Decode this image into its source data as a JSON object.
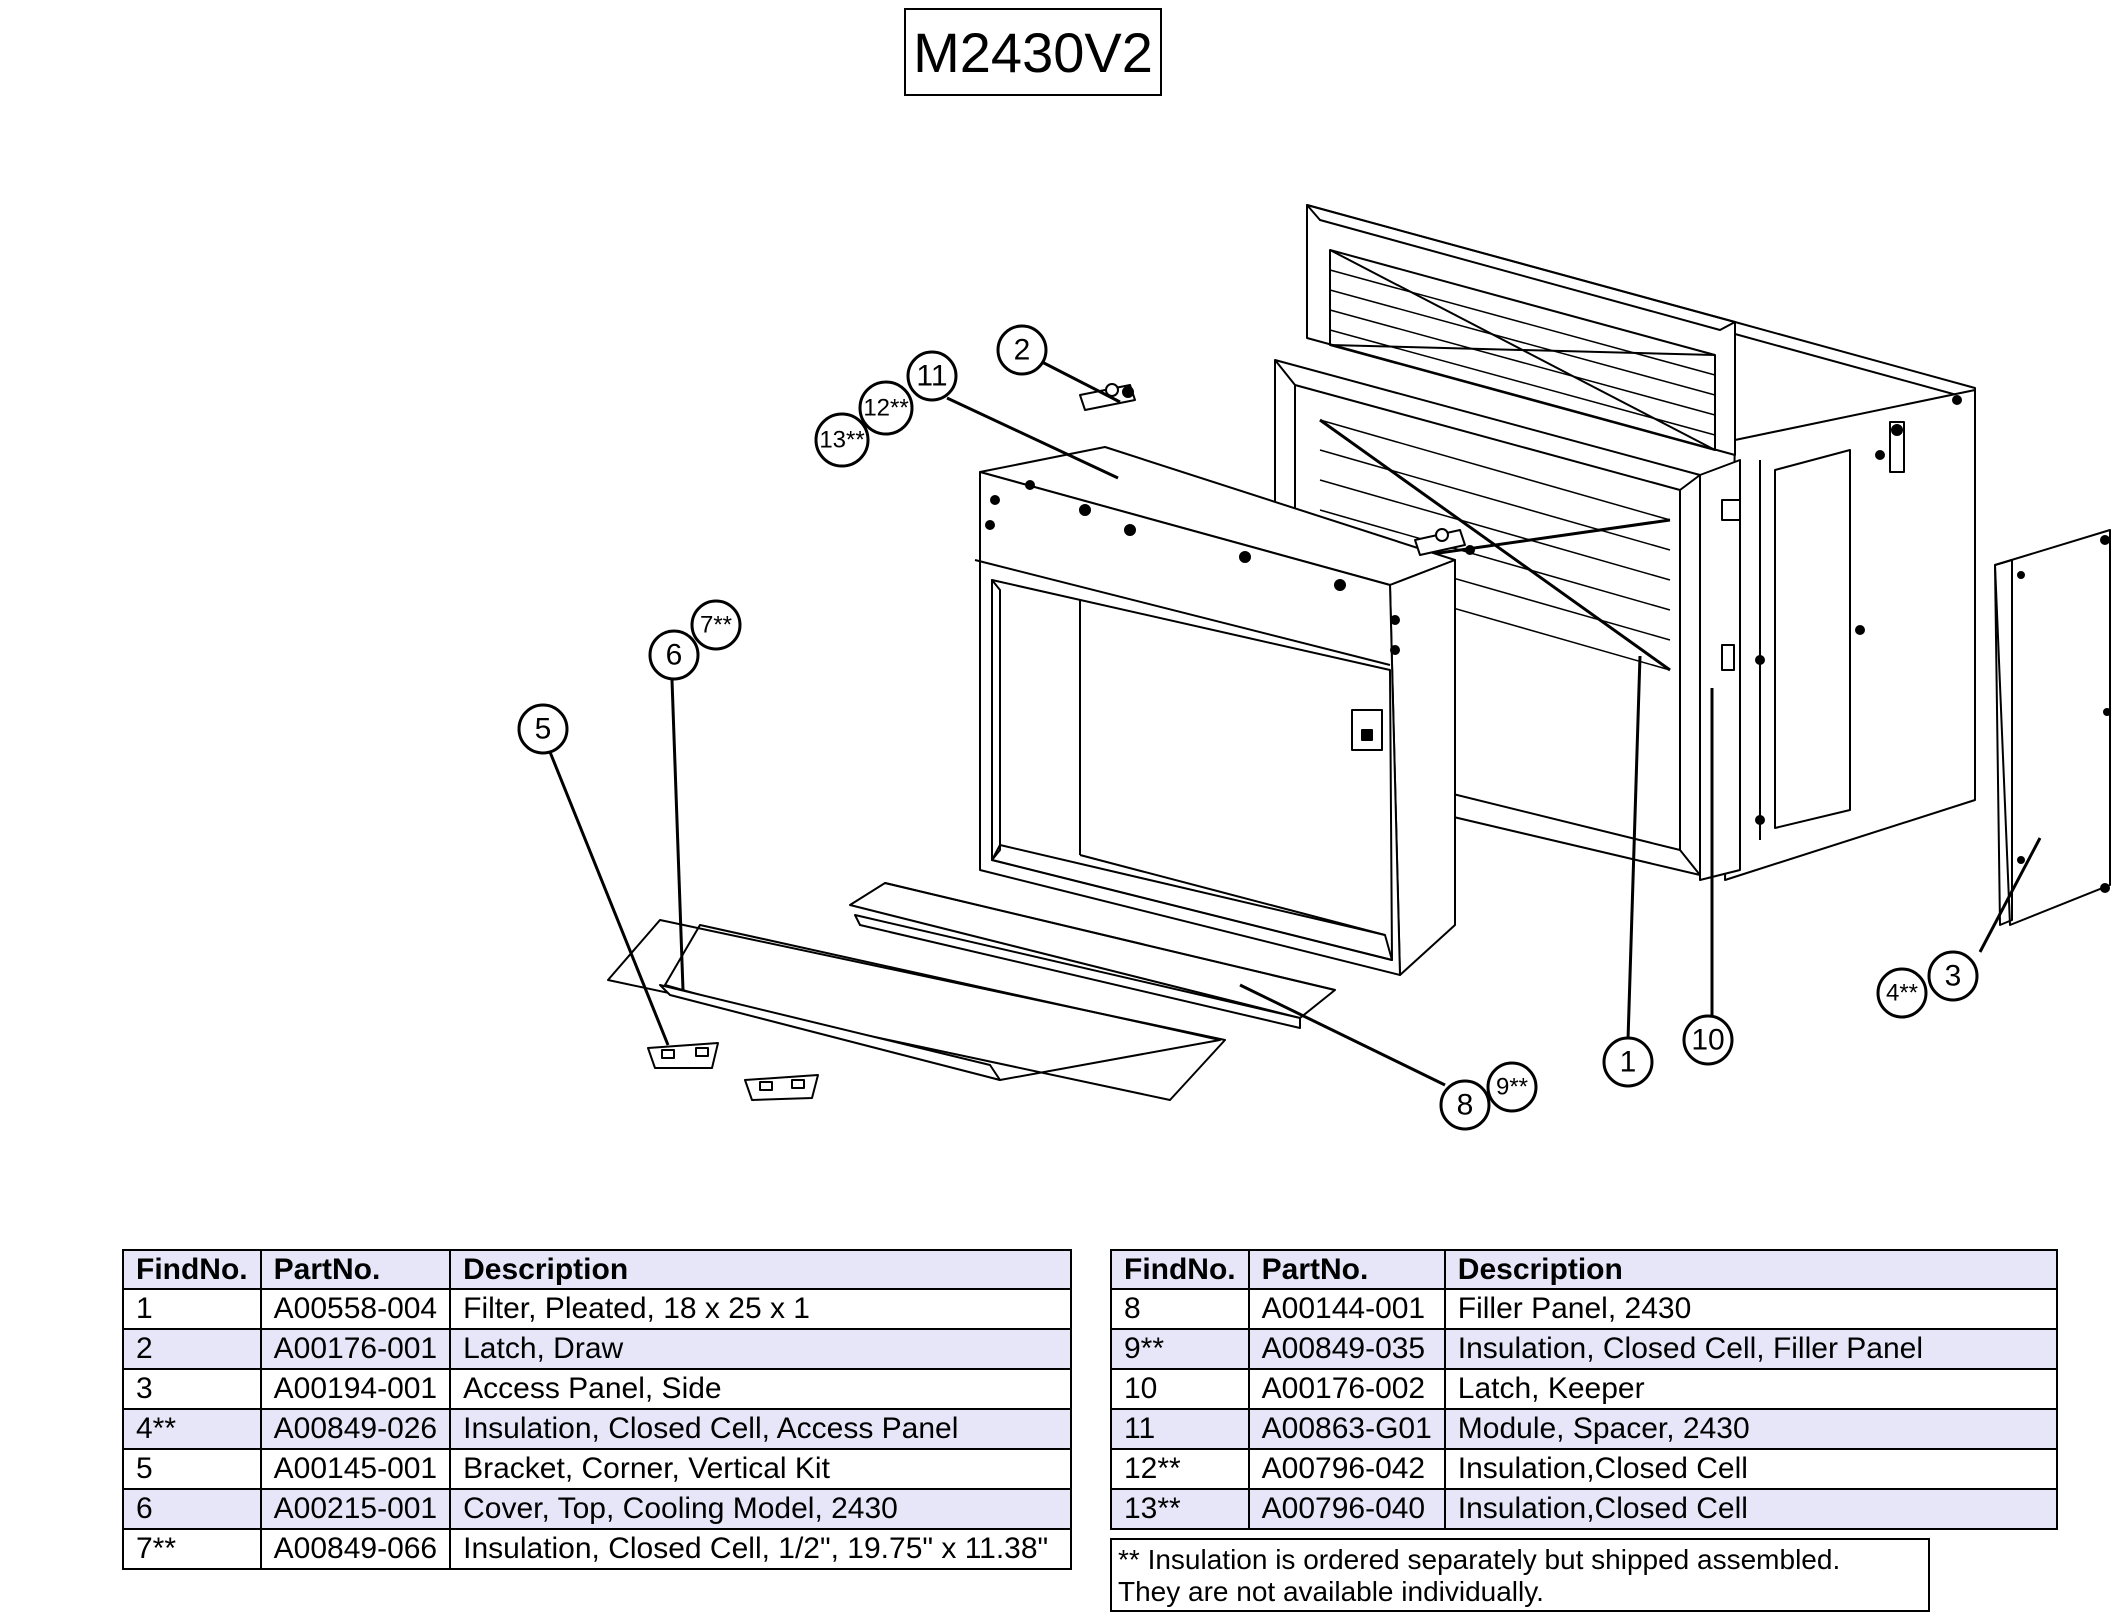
{
  "title": "M2430V2",
  "callouts": [
    "1",
    "2",
    "3",
    "4**",
    "5",
    "6",
    "7**",
    "8",
    "9**",
    "10",
    "11",
    "12**",
    "13**"
  ],
  "table_headers": {
    "find": "FindNo.",
    "part": "PartNo.",
    "desc": "Description"
  },
  "parts_left": [
    {
      "find": "1",
      "part": "A00558-004",
      "desc": "Filter, Pleated, 18 x 25 x 1"
    },
    {
      "find": "2",
      "part": "A00176-001",
      "desc": "Latch, Draw"
    },
    {
      "find": "3",
      "part": "A00194-001",
      "desc": "Access Panel, Side"
    },
    {
      "find": "4**",
      "part": "A00849-026",
      "desc": "Insulation, Closed Cell, Access Panel"
    },
    {
      "find": "5",
      "part": "A00145-001",
      "desc": "Bracket, Corner, Vertical Kit"
    },
    {
      "find": "6",
      "part": "A00215-001",
      "desc": "Cover, Top, Cooling Model, 2430"
    },
    {
      "find": "7**",
      "part": "A00849-066",
      "desc": "Insulation, Closed Cell, 1/2\", 19.75\" x 11.38\""
    }
  ],
  "parts_right": [
    {
      "find": "8",
      "part": "A00144-001",
      "desc": "Filler Panel, 2430"
    },
    {
      "find": "9**",
      "part": "A00849-035",
      "desc": "Insulation, Closed Cell, Filler Panel"
    },
    {
      "find": "10",
      "part": "A00176-002",
      "desc": "Latch, Keeper"
    },
    {
      "find": "11",
      "part": "A00863-G01",
      "desc": "Module, Spacer, 2430"
    },
    {
      "find": "12**",
      "part": "A00796-042",
      "desc": "Insulation,Closed Cell"
    },
    {
      "find": "13**",
      "part": "A00796-040",
      "desc": "Insulation,Closed Cell"
    }
  ],
  "note": {
    "line1": "** Insulation is ordered separately but shipped assembled.",
    "line2": "They are not available individually."
  }
}
